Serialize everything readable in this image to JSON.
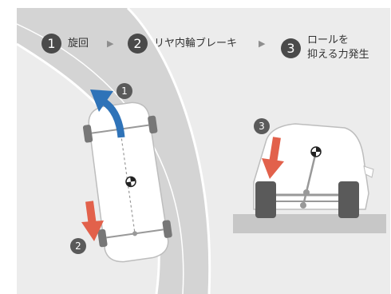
{
  "steps": [
    {
      "num": "1",
      "label": "旋回"
    },
    {
      "num": "2",
      "label": "リヤ内輪ブレーキ"
    },
    {
      "num": "3",
      "label_line1": "ロールを",
      "label_line2": "抑える力発生"
    }
  ],
  "step_arrow": "▶",
  "markers": {
    "yaw": "1",
    "brake": "2",
    "roll": "3"
  },
  "colors": {
    "accent_red": "#e2614b",
    "accent_blue": "#2f73b8",
    "road": "#d3d3d3",
    "badge": "#4a4a4a"
  }
}
